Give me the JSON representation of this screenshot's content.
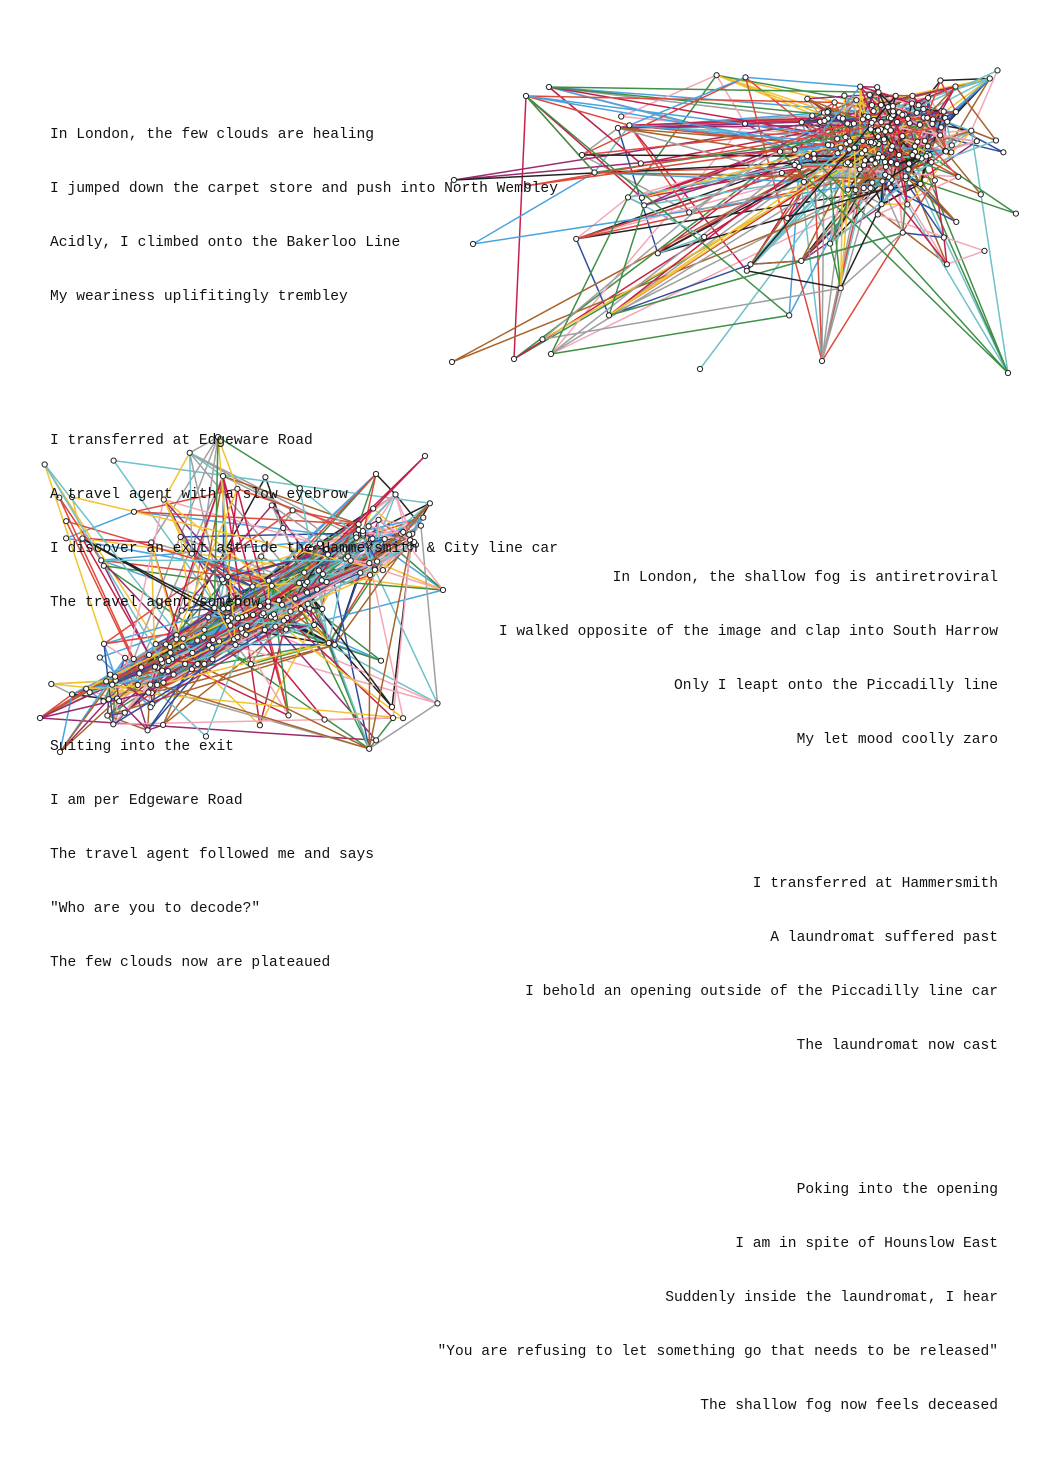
{
  "colors": {
    "background": "#ffffff",
    "text": "#111111",
    "node_fill": "#ffffff",
    "node_stroke": "#222222",
    "line_palette": [
      "#e0483b",
      "#222222",
      "#a0a0a0",
      "#9b2a6e",
      "#2f4f9e",
      "#a8642a",
      "#4aa3df",
      "#f2c230",
      "#3f8f47",
      "#f4a6b8",
      "#6fc1c8",
      "#c81e4a"
    ]
  },
  "icons": {
    "station": "circle-node-icon"
  },
  "poems": {
    "top": {
      "stanzas": [
        [
          "In London, the few clouds are healing",
          "I jumped down the carpet store and push into North Wembley",
          "Acidly, I climbed onto the Bakerloo Line",
          "My weariness uplifitingly trembley"
        ],
        [
          "I transferred at Edgeware Road",
          "A travel agent with a slow eyebrow",
          "I discover an exit astride the Hammersmith & City line car",
          "The travel agent somehow"
        ],
        [
          "Suiting into the exit",
          "I am per Edgeware Road",
          "The travel agent followed me and says",
          "\"Who are you to decode?\"",
          "The few clouds now are plateaued"
        ]
      ]
    },
    "bottom": {
      "stanzas": [
        [
          "In London, the shallow fog is antiretroviral",
          "I walked opposite of the image and clap into South Harrow",
          "Only I leapt onto the Piccadilly line",
          "My let mood coolly zaro"
        ],
        [
          "I transferred at Hammersmith",
          "A laundromat suffered past",
          "I behold an opening outside of the Piccadilly line car",
          "The laundromat now cast"
        ],
        [
          "Poking into the opening",
          "I am in spite of Hounslow East",
          "Suddenly inside the laundromat, I hear",
          "\"You are refusing to let something go that needs to be released\"",
          "The shallow fog now feels deceased"
        ]
      ]
    }
  }
}
